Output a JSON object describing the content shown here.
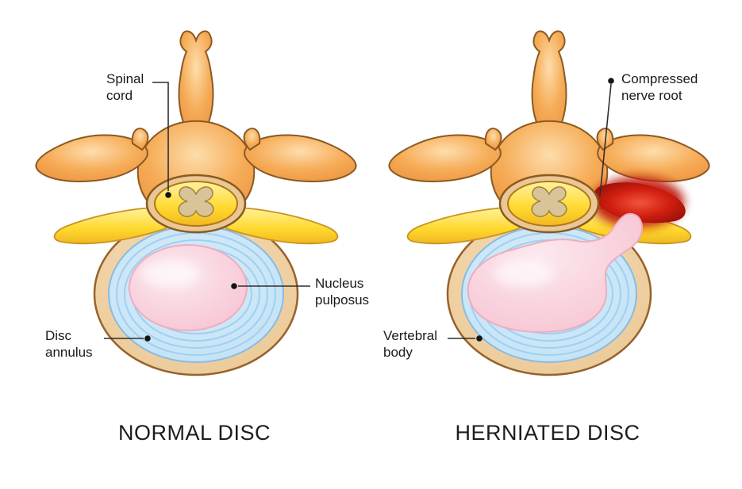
{
  "page": {
    "background": "#ffffff"
  },
  "panels": [
    {
      "id": "normal",
      "title": "NORMAL DISC",
      "labels": {
        "spinal_cord": "Spinal\ncord",
        "nucleus_pulposus": "Nucleus\npulposus",
        "disc_annulus": "Disc\nannulus"
      }
    },
    {
      "id": "herniated",
      "title": "HERNIATED DISC",
      "labels": {
        "compressed_nerve_root": "Compressed\nnerve root",
        "vertebral_body": "Vertebral\nbody"
      }
    }
  ],
  "colors": {
    "bone_light": "#FDDDAC",
    "bone": "#F6AC57",
    "bone_dark": "#EC9340",
    "outline": "#8A5A22",
    "nerve_light": "#FFF2A0",
    "nerve": "#FFD92E",
    "nerve_dark": "#F0B722",
    "nerve_outline": "#C9941F",
    "canal_ring": "#EAC795",
    "cord_matter": "#D9C499",
    "cord_matter_outline": "#A08040",
    "body_light": "#F4DCB4",
    "body": "#EAC693",
    "body_outline": "#96622A",
    "annulus_light": "#D8EDFA",
    "annulus": "#BFE0F5",
    "annulus_ring": "#9FD0EF",
    "annulus_outline": "#86BCE4",
    "nucleus_light": "#FCE9EF",
    "nucleus": "#F6BFCE",
    "nucleus_outline": "#EDADC0",
    "inflamed_light": "#F1543A",
    "inflamed": "#D01F10",
    "inflamed_dark": "#9A0F08",
    "leader_line": "#2E2E2E",
    "leader_dot": "#141414",
    "text": "#1A1A1A"
  }
}
